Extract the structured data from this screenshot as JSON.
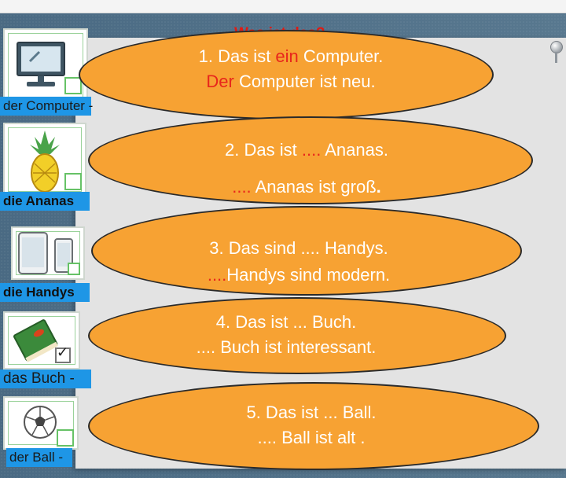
{
  "title": "Was ist das?",
  "items": [
    {
      "label": "der Computer -",
      "line1": [
        "1. Das ist ",
        "ein",
        " Computer."
      ],
      "line2": [
        "Der",
        " Computer ist neu."
      ]
    },
    {
      "label": "die Ananas",
      "line1": [
        "2. Das ist ",
        "....",
        " Ananas."
      ],
      "line2": [
        "....",
        " Ananas ist groß",
        "."
      ]
    },
    {
      "label": "die Handys",
      "line1": [
        "3. Das sind .... Handys."
      ],
      "line2": [
        "....",
        "Handys sind modern."
      ]
    },
    {
      "label": "das Buch -",
      "line1": [
        "4. Das ist ... Buch."
      ],
      "line2": [
        ".... Buch ist interessant."
      ]
    },
    {
      "label": "der Ball -",
      "line1": [
        "5. Das ist ... Ball."
      ],
      "line2": [
        ".... Ball ist alt ."
      ]
    }
  ],
  "colors": {
    "ellipse": "#f7a233",
    "label_bg": "#1e96e6",
    "highlight": "#e8261c"
  },
  "icons": [
    "computer-icon",
    "pineapple-icon",
    "phones-icon",
    "book-icon",
    "ball-icon"
  ]
}
